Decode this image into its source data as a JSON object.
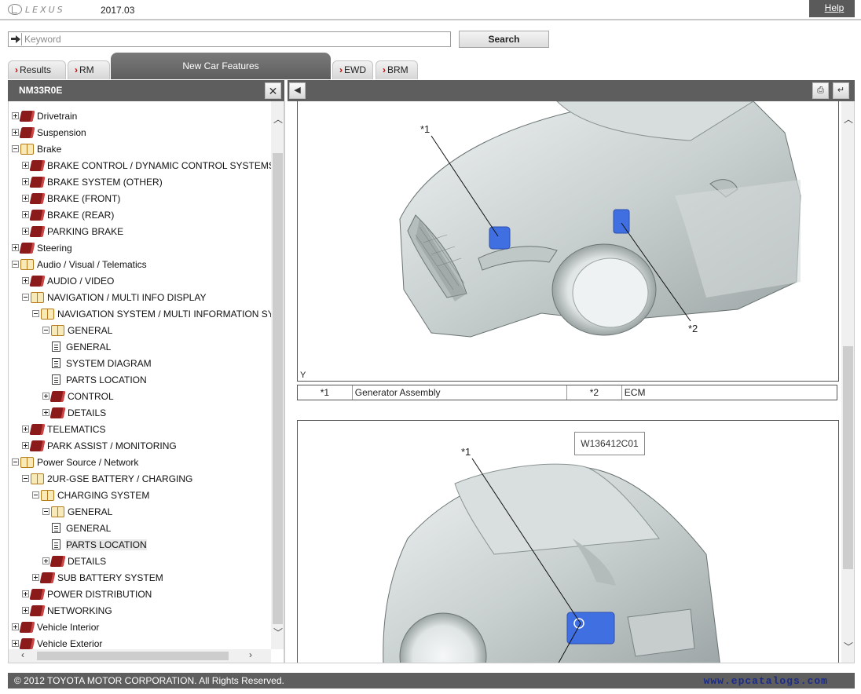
{
  "header": {
    "brand": "LEXUS",
    "version": "2017.03",
    "help_label": "Help"
  },
  "search": {
    "placeholder": "Keyword",
    "button_label": "Search"
  },
  "tabs": [
    {
      "label": "Results"
    },
    {
      "label": "RM"
    },
    {
      "label": "New Car Features"
    },
    {
      "label": "EWD"
    },
    {
      "label": "BRM"
    }
  ],
  "left_panel": {
    "title": "NM33R0E",
    "close_label": "✕"
  },
  "tree": [
    {
      "label": "Drivetrain",
      "level": 0,
      "type": "closed"
    },
    {
      "label": "Suspension",
      "level": 0,
      "type": "closed"
    },
    {
      "label": "Brake",
      "level": 0,
      "type": "open"
    },
    {
      "label": "BRAKE CONTROL / DYNAMIC CONTROL SYSTEMS",
      "level": 1,
      "type": "closed"
    },
    {
      "label": "BRAKE SYSTEM (OTHER)",
      "level": 1,
      "type": "closed"
    },
    {
      "label": "BRAKE (FRONT)",
      "level": 1,
      "type": "closed"
    },
    {
      "label": "BRAKE (REAR)",
      "level": 1,
      "type": "closed"
    },
    {
      "label": "PARKING BRAKE",
      "level": 1,
      "type": "closed"
    },
    {
      "label": "Steering",
      "level": 0,
      "type": "closed"
    },
    {
      "label": "Audio / Visual / Telematics",
      "level": 0,
      "type": "open"
    },
    {
      "label": "AUDIO / VIDEO",
      "level": 1,
      "type": "closed"
    },
    {
      "label": "NAVIGATION / MULTI INFO DISPLAY",
      "level": 1,
      "type": "open"
    },
    {
      "label": "NAVIGATION SYSTEM / MULTI INFORMATION SYSTEM",
      "level": 2,
      "type": "open"
    },
    {
      "label": "GENERAL",
      "level": 3,
      "type": "open"
    },
    {
      "label": "GENERAL",
      "level": 3,
      "type": "doc"
    },
    {
      "label": "SYSTEM DIAGRAM",
      "level": 3,
      "type": "doc"
    },
    {
      "label": "PARTS LOCATION",
      "level": 3,
      "type": "doc"
    },
    {
      "label": "CONTROL",
      "level": 3,
      "type": "closed"
    },
    {
      "label": "DETAILS",
      "level": 3,
      "type": "closed"
    },
    {
      "label": "TELEMATICS",
      "level": 1,
      "type": "closed"
    },
    {
      "label": "PARK ASSIST / MONITORING",
      "level": 1,
      "type": "closed"
    },
    {
      "label": "Power Source / Network",
      "level": 0,
      "type": "open"
    },
    {
      "label": "2UR-GSE BATTERY / CHARGING",
      "level": 1,
      "type": "open"
    },
    {
      "label": "CHARGING SYSTEM",
      "level": 2,
      "type": "open"
    },
    {
      "label": "GENERAL",
      "level": 3,
      "type": "open"
    },
    {
      "label": "GENERAL",
      "level": 3,
      "type": "doc"
    },
    {
      "label": "PARTS LOCATION",
      "level": 3,
      "type": "doc",
      "selected": true
    },
    {
      "label": "DETAILS",
      "level": 3,
      "type": "closed"
    },
    {
      "label": "SUB BATTERY SYSTEM",
      "level": 2,
      "type": "closed"
    },
    {
      "label": "POWER DISTRIBUTION",
      "level": 1,
      "type": "closed"
    },
    {
      "label": "NETWORKING",
      "level": 1,
      "type": "closed"
    },
    {
      "label": "Vehicle Interior",
      "level": 0,
      "type": "closed"
    },
    {
      "label": "Vehicle Exterior",
      "level": 0,
      "type": "closed"
    }
  ],
  "figure1": {
    "callout1": "*1",
    "callout2": "*2",
    "view_label": "Y"
  },
  "legend": [
    {
      "key": "*1",
      "value": "Generator Assembly"
    },
    {
      "key": "*2",
      "value": "ECM"
    }
  ],
  "figure2": {
    "code": "W136412C01",
    "callout1": "*1"
  },
  "footer": {
    "copyright": "© 2012 TOYOTA MOTOR CORPORATION. All Rights Reserved.",
    "watermark": "www.epcatalogs.com"
  },
  "colors": {
    "header_bar": "#5e5e5e",
    "part_highlight": "#3f6fe0",
    "tab_chevron": "#cc0000"
  }
}
